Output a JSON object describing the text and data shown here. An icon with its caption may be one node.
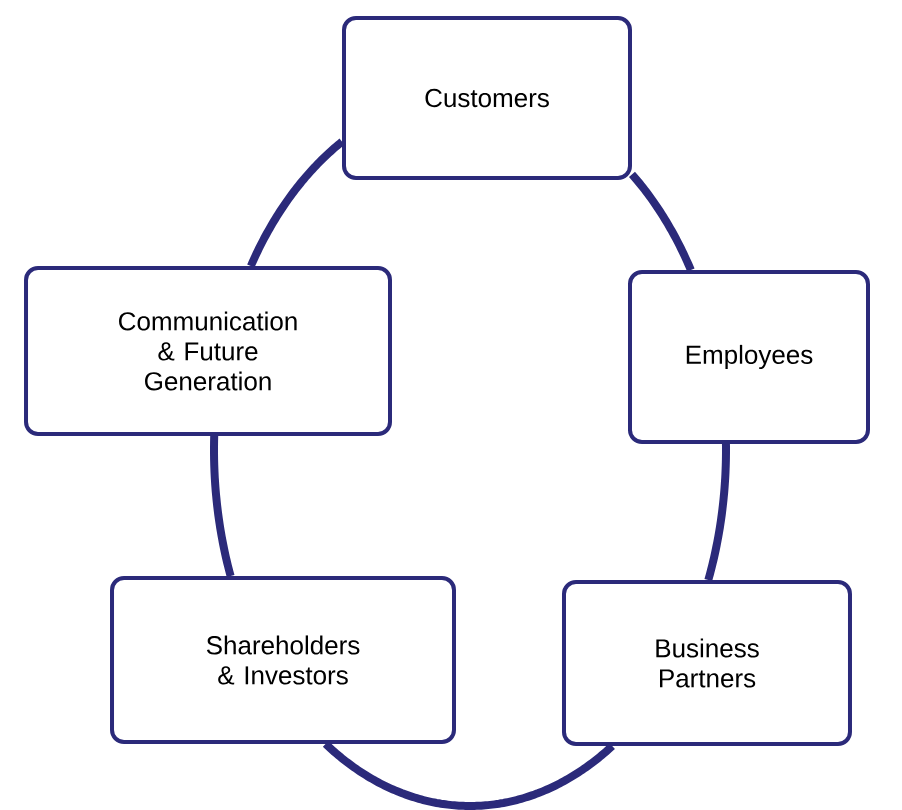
{
  "diagram": {
    "nodes": [
      {
        "text": [
          "Customers"
        ]
      },
      {
        "text": [
          "Communication & Future Generation"
        ]
      },
      {
        "text": [
          "Employees"
        ]
      },
      {
        "text": [
          "Shareholders & Investors"
        ]
      },
      {
        "text": [
          "Business Partners"
        ]
      }
    ],
    "edges": [
      {
        "from": 0,
        "to": 2,
        "arrow": "none"
      },
      {
        "from": 2,
        "to": 4,
        "arrow": "none"
      },
      {
        "from": 4,
        "to": 3,
        "arrow": "none"
      },
      {
        "from": 3,
        "to": 1,
        "arrow": "none"
      },
      {
        "from": 1,
        "to": 0,
        "arrow": "none"
      }
    ]
  }
}
